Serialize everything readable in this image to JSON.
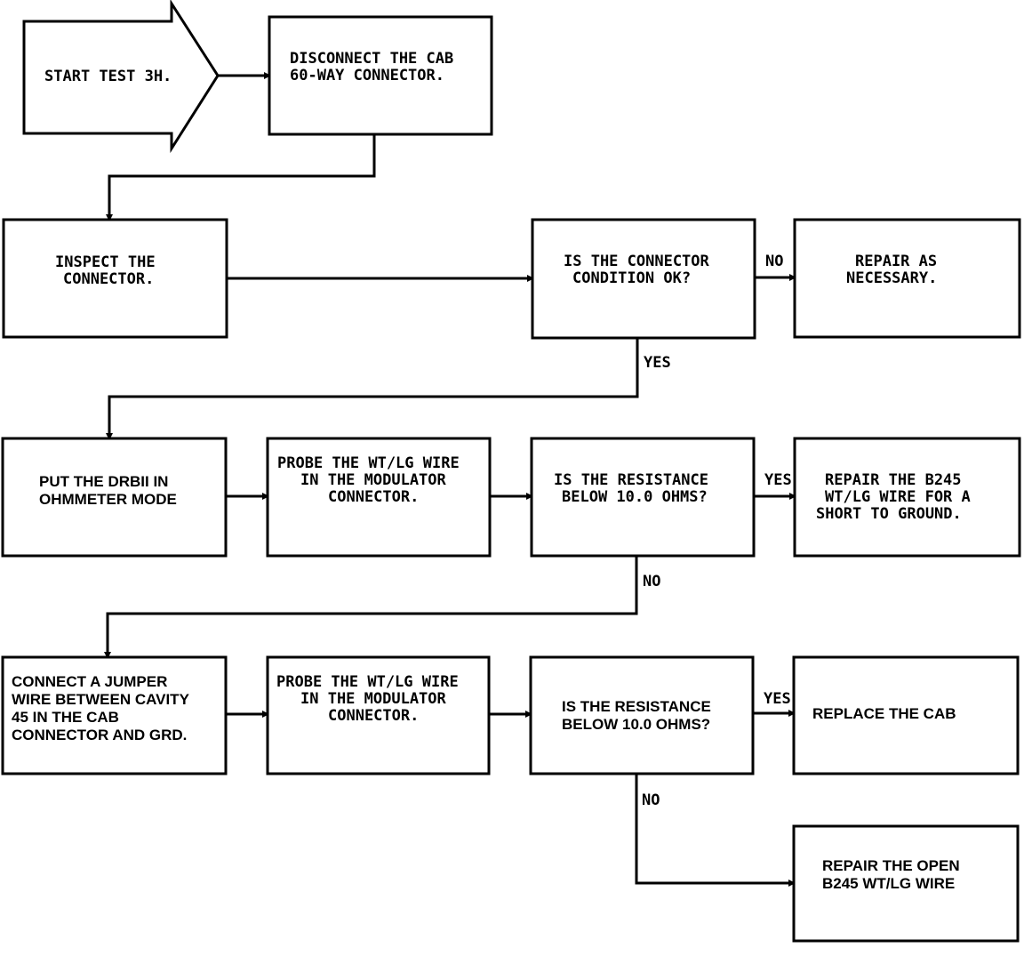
{
  "nodes": {
    "start": [
      "START TEST 3H."
    ],
    "disconnect": [
      "DISCONNECT THE CAB",
      "60-WAY CONNECTOR."
    ],
    "inspect": [
      "INSPECT THE",
      "CONNECTOR."
    ],
    "q_condition": [
      "IS THE CONNECTOR",
      "CONDITION OK?"
    ],
    "repair_necessary": [
      "REPAIR AS",
      "NECESSARY."
    ],
    "put_drbii": [
      "PUT THE DRBII IN",
      "OHMMETER MODE"
    ],
    "probe1": [
      "PROBE THE WT/LG WIRE",
      "IN THE MODULATOR",
      "CONNECTOR."
    ],
    "q_resistance1": [
      "IS THE RESISTANCE",
      "BELOW 10.0 OHMS?"
    ],
    "repair_short": [
      "REPAIR THE B245",
      "WT/LG WIRE FOR A",
      "SHORT TO GROUND."
    ],
    "connect_jumper": [
      "CONNECT A JUMPER",
      "WIRE BETWEEN CAVITY",
      "45 IN THE CAB",
      "CONNECTOR AND GRD."
    ],
    "probe2": [
      "PROBE THE WT/LG WIRE",
      "IN THE MODULATOR",
      "CONNECTOR."
    ],
    "q_resistance2": [
      "IS THE RESISTANCE",
      "BELOW 10.0 OHMS?"
    ],
    "replace_cab": [
      "REPLACE THE CAB"
    ],
    "repair_open": [
      "REPAIR THE OPEN",
      "B245 WT/LG WIRE"
    ]
  },
  "edge_labels": {
    "condition_no": "NO",
    "condition_yes": "YES",
    "resistance1_yes": "YES",
    "resistance1_no": "NO",
    "resistance2_yes": "YES",
    "resistance2_no": "NO"
  }
}
